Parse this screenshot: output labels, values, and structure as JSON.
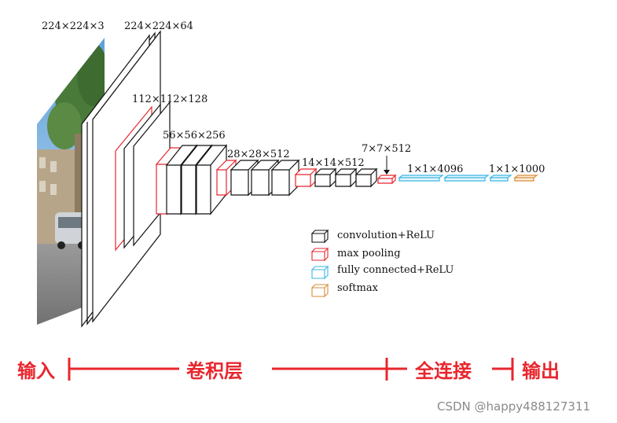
{
  "dimension_labels": {
    "input": "224×224×3",
    "block1": "224×224×64",
    "block2": "112×112×128",
    "block3": "56×56×256",
    "block4": "28×28×512",
    "block5": "14×14×512",
    "pool5": "7×7×512",
    "fc1": "1×1×4096",
    "fc3": "1×1×1000"
  },
  "legend": {
    "conv": "convolution+ReLU",
    "pool": "max pooling",
    "fc": "fully connected+ReLU",
    "softmax": "softmax"
  },
  "sections": {
    "input": "输入",
    "conv": "卷积层",
    "fc": "全连接",
    "output": "输出"
  },
  "watermark": "CSDN @happy488127311",
  "colors": {
    "conv": "#111111",
    "pool": "#e8262d",
    "fc": "#3bb6e6",
    "softmax": "#d98c3a",
    "section": "#e8262d"
  },
  "icons": [
    "photo-input-image"
  ]
}
